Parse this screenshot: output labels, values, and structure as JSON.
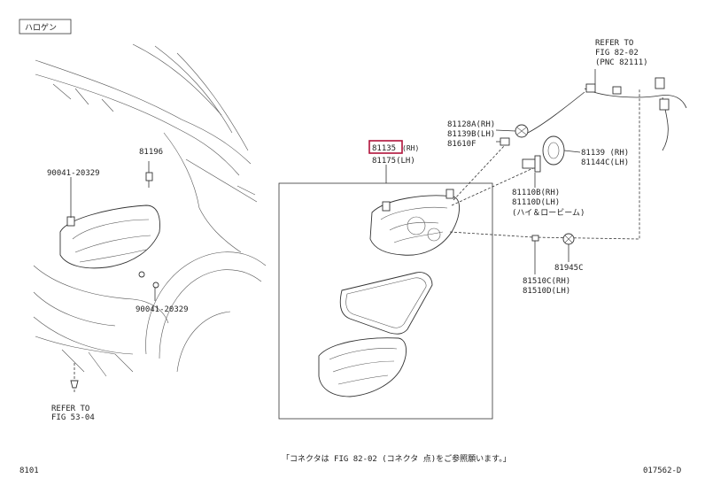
{
  "header": {
    "variant_label": "ハロゲン"
  },
  "footer": {
    "left_code": "8101",
    "note": "「コネクタは FIG 82-02 (コネクタ 点)をご参照願います。」",
    "right_code": "017562-D"
  },
  "callouts": {
    "p81196": "81196",
    "p90041_top": "90041-20329",
    "p90041_bottom": "90041-20329",
    "refer_53_line1": "REFER TO",
    "refer_53_line2": "FIG 53-04",
    "p81135": "81135",
    "p81135_side": "(RH)",
    "p81175": "81175(LH)",
    "p81128a": "81128A(RH)",
    "p81139b": "81139B(LH)",
    "p81610f": "81610F",
    "refer_82_line1": "REFER TO",
    "refer_82_line2": "FIG 82-02",
    "refer_82_line3": "(PNC 82111)",
    "p81139": "81139  (RH)",
    "p81144c": "81144C(LH)",
    "p81110b": "81110B(RH)",
    "p81110d": "81110D(LH)",
    "p_hi_lo": "(ハイ＆ロービーム)",
    "p81945c": "81945C",
    "p81510c": "81510C(RH)",
    "p81510d": "81510D(LH)"
  }
}
